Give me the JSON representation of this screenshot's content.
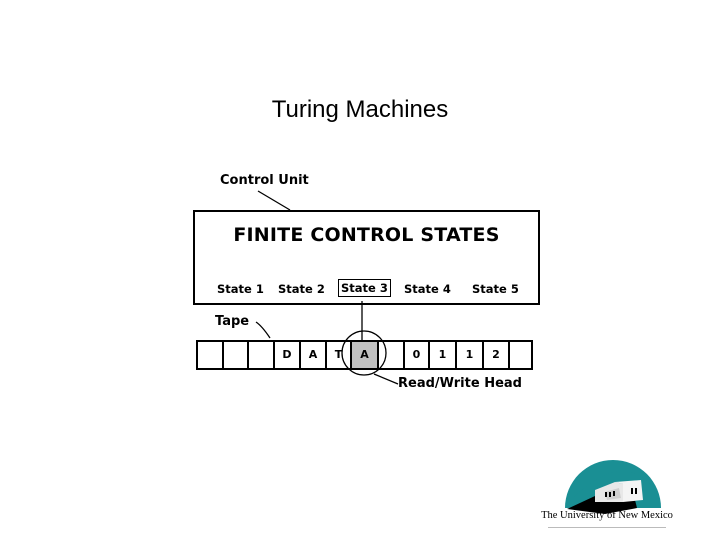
{
  "slide": {
    "title": "Turing Machines"
  },
  "diagram": {
    "control_unit_label": "Control Unit",
    "box_title": "FINITE CONTROL STATES",
    "states": [
      {
        "label": "State 1",
        "selected": false
      },
      {
        "label": "State 2",
        "selected": false
      },
      {
        "label": "State 3",
        "selected": true
      },
      {
        "label": "State 4",
        "selected": false
      },
      {
        "label": "State 5",
        "selected": false
      }
    ],
    "tape_label": "Tape",
    "tape_cells": [
      "",
      "",
      "",
      "D",
      "A",
      "T",
      "A",
      "",
      "0",
      "1",
      "1",
      "2",
      ""
    ],
    "head_index": 6,
    "head_label": "Read/Write Head",
    "head_fill_color": "#c0c0c0"
  },
  "logo": {
    "text": "The University of New Mexico",
    "accent_color": "#1a8f94"
  }
}
